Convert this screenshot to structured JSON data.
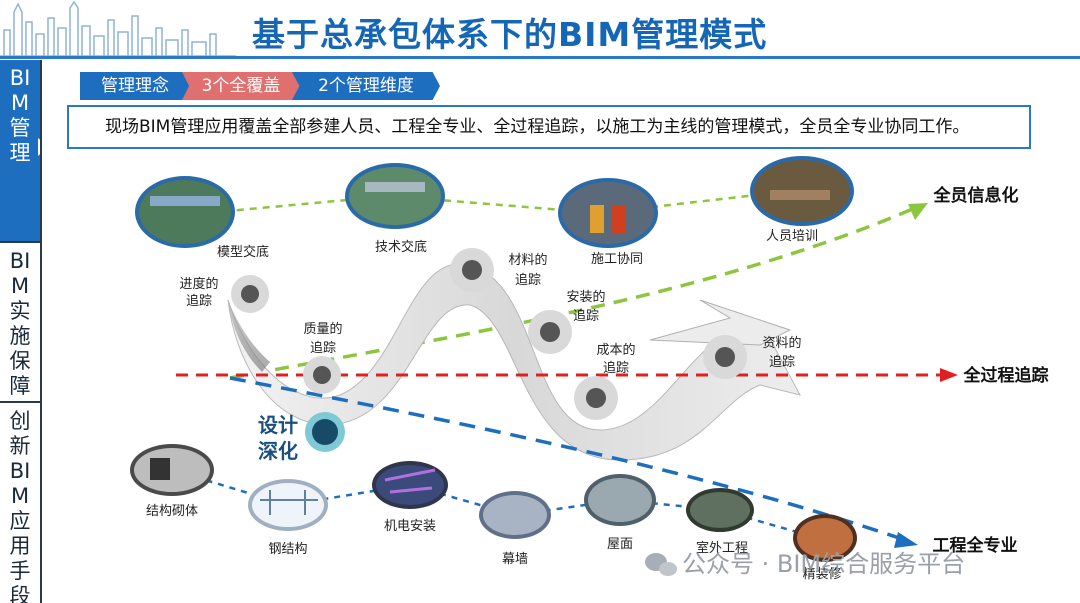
{
  "header": {
    "title": "基于总承包体系下的BIM管理模式"
  },
  "sidebar": {
    "items": [
      {
        "label": "BIM管理",
        "active": true
      },
      {
        "label": "BIM实施保障",
        "active": false
      },
      {
        "label": "创新BIM应用手段",
        "active": false
      }
    ]
  },
  "tabs": [
    {
      "label": "管理理念",
      "color": "#1e6ec0"
    },
    {
      "label": "3个全覆盖",
      "color": "#e07070"
    },
    {
      "label": "2个管理维度",
      "color": "#1e6ec0"
    }
  ],
  "description": "现场BIM管理应用覆盖全部参建人员、工程全专业、全过程追踪，以施工为主线的管理模式，全员全专业协同工作。",
  "diagram": {
    "top_photos": [
      "模型交底",
      "技术交底",
      "施工协同",
      "人员培训"
    ],
    "ribbon_points": [
      [
        "进度的",
        "追踪"
      ],
      [
        "质量的",
        "追踪"
      ],
      [
        "材料的",
        "追踪"
      ],
      [
        "安装的",
        "追踪"
      ],
      [
        "成本的",
        "追踪"
      ],
      [
        "资料的",
        "追踪"
      ]
    ],
    "design_label": [
      "设计",
      "深化"
    ],
    "bottom_items": [
      "结构砌体",
      "钢结构",
      "机电安装",
      "幕墙",
      "屋面",
      "室外工程",
      "精装修"
    ],
    "arrows": [
      {
        "label": "全员信息化",
        "color": "#8cc63f"
      },
      {
        "label": "全过程追踪",
        "color": "#e02020"
      },
      {
        "label": "工程全专业",
        "color": "#1e6ec0"
      }
    ]
  },
  "watermark": "公众号 · BIM综合服务平台"
}
